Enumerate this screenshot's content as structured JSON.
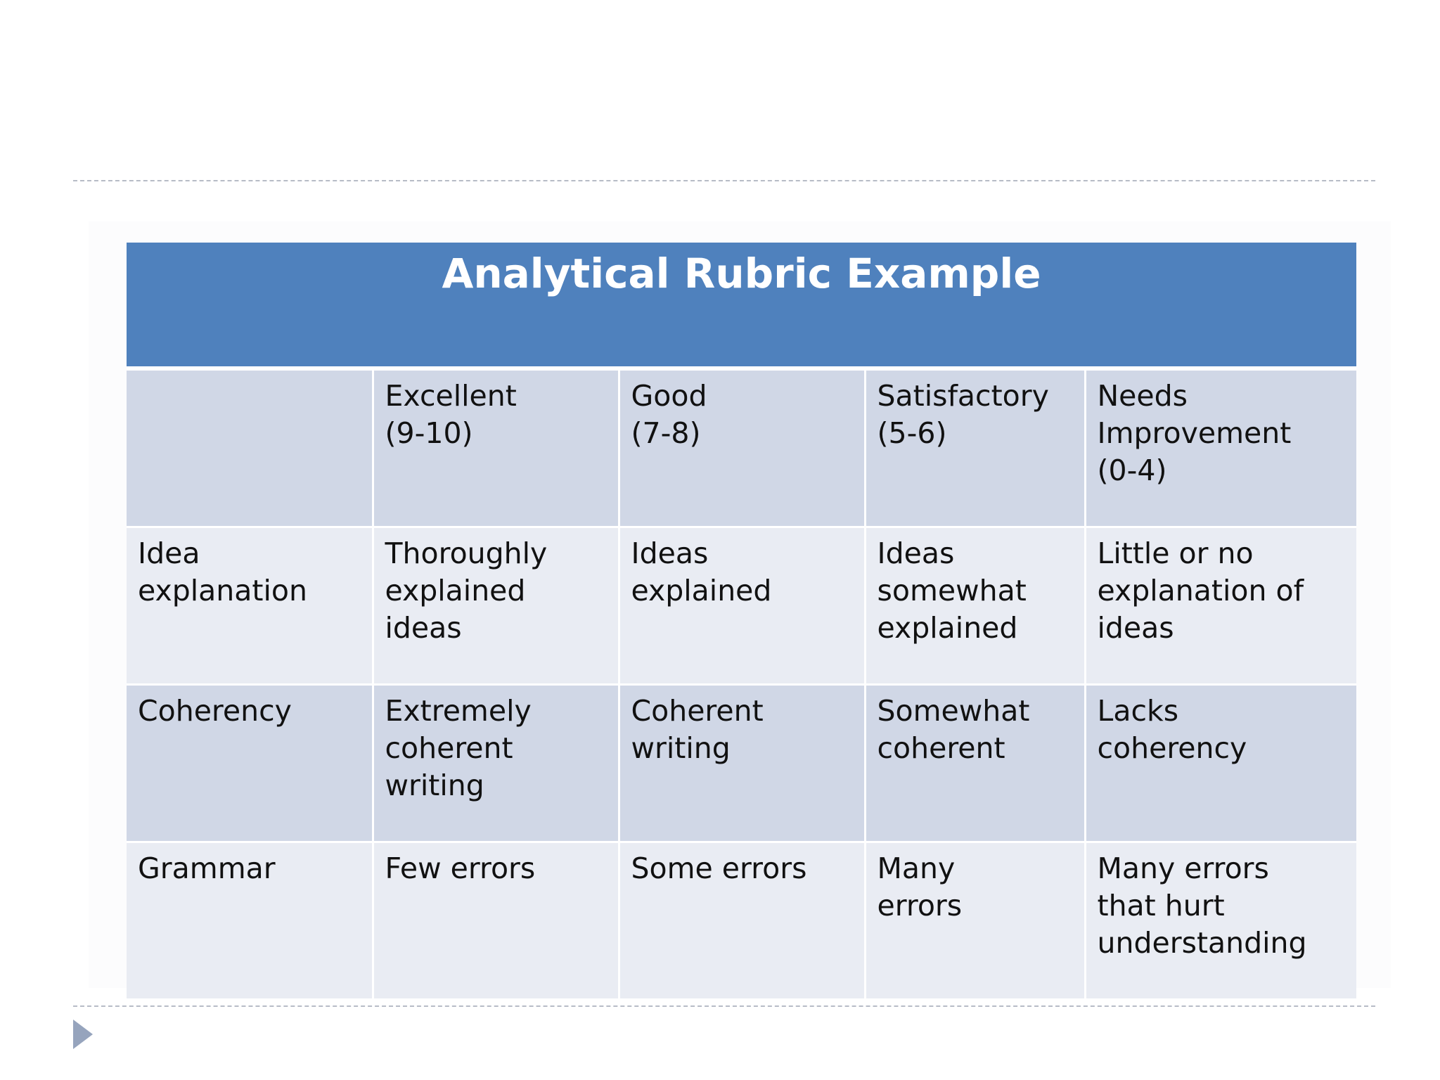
{
  "rubric": {
    "title": "Analytical Rubric Example",
    "headers": [
      "",
      "Excellent\n(9-10)",
      "Good\n(7-8)",
      "Satisfactory\n(5-6)",
      "Needs\nImprovement\n(0-4)"
    ],
    "rows": [
      [
        "Idea\nexplanation",
        "Thoroughly\nexplained\nideas",
        "Ideas\nexplained",
        "Ideas\nsomewhat\nexplained",
        "Little or no\nexplanation of\nideas"
      ],
      [
        "Coherency",
        "Extremely\ncoherent\nwriting",
        "Coherent\nwriting",
        "Somewhat\ncoherent",
        "Lacks\ncoherency"
      ],
      [
        "Grammar",
        "Few errors",
        "Some errors",
        "Many\nerrors",
        "Many errors\nthat hurt\nunderstanding"
      ]
    ]
  },
  "colors": {
    "header_blue": "#4f81bd",
    "row_dark": "#d0d7e6",
    "row_light": "#e9ecf3",
    "bullet": "#96a4bd"
  },
  "icons": {
    "bullet": "triangle-right-icon"
  }
}
